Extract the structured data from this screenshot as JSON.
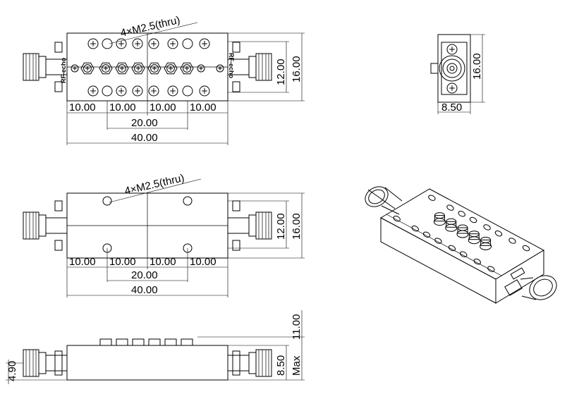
{
  "top_view": {
    "hole_note": "4×M2.5(thru)",
    "brand_left": "RF-echo",
    "brand_right": "RF-echo",
    "dims_bottom": [
      "10.00",
      "10.00",
      "10.00",
      "10.00"
    ],
    "dim_mid": "20.00",
    "dim_total": "40.00",
    "dim_height_inner": "12.00",
    "dim_height_outer": "16.00"
  },
  "end_view": {
    "dim_width": "8.50",
    "dim_height": "16.00"
  },
  "bottom_view": {
    "hole_note": "4×M2.5(thru)",
    "dims_bottom": [
      "10.00",
      "10.00",
      "10.00",
      "10.00"
    ],
    "dim_mid": "20.00",
    "dim_total": "40.00",
    "dim_height_inner": "12.00",
    "dim_height_outer": "16.00"
  },
  "side_view": {
    "dim_connector": "4.90",
    "dim_body": "8.50",
    "dim_max_label": "Max",
    "dim_max": "11.00"
  }
}
